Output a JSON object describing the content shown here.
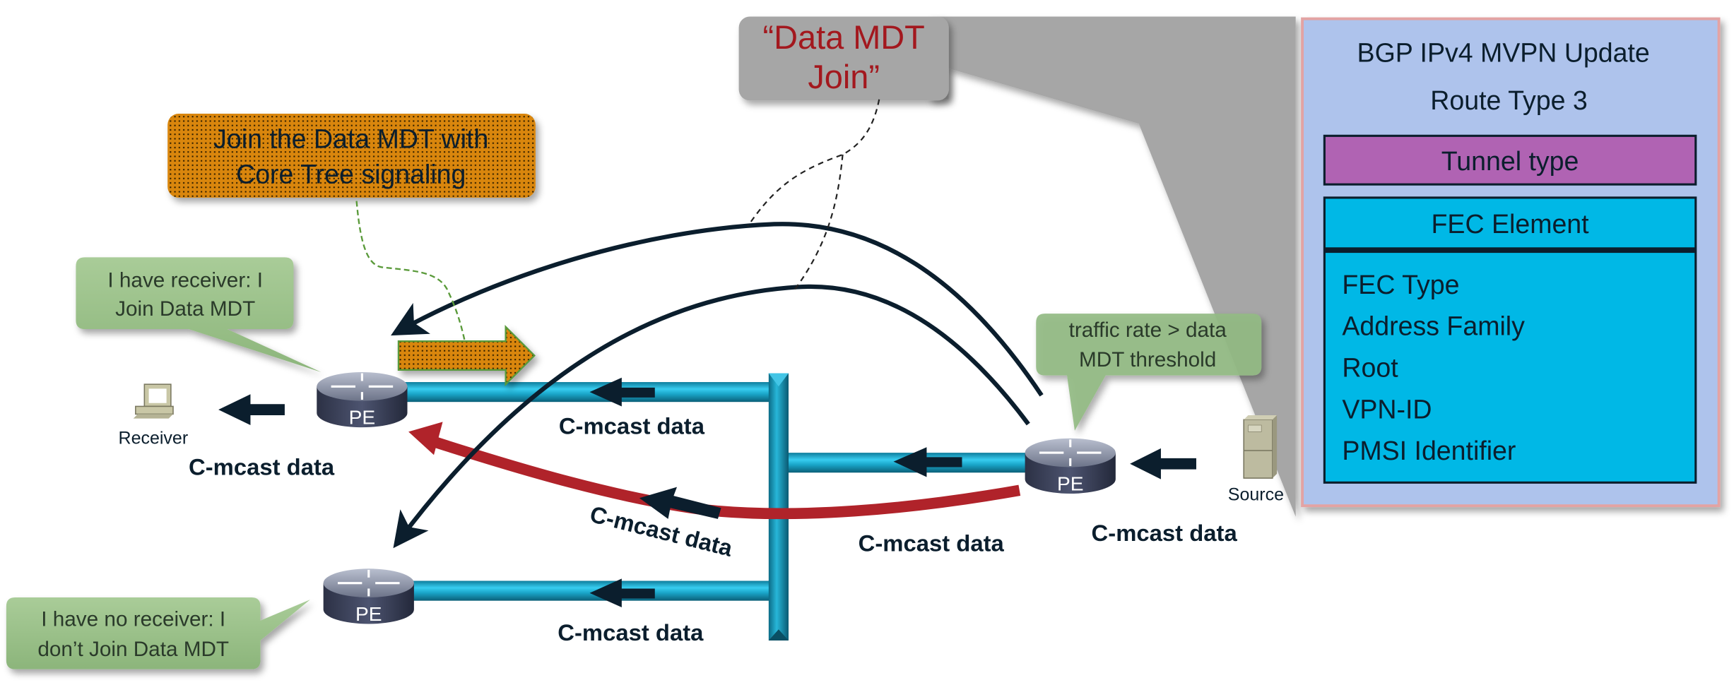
{
  "diagram": {
    "type": "network-diagram",
    "topic": "MVPN Data MDT Join signaling"
  },
  "colors": {
    "pipe": "#1da2c6",
    "pipe_dark": "#0d6f8c",
    "red_arc": "#b0232a",
    "arrow_dark": "#0b1e2d",
    "orange": "#d9860b",
    "callout_green": "#93bb83",
    "gray_callout": "#a6a6a6",
    "data_mdt_text": "#a3181e",
    "panel_bg": "#aec3ec",
    "panel_border": "#e3a3a3",
    "tunnel_type_bg": "#b063b3",
    "fec_bg": "#00b8e6"
  },
  "callouts": {
    "data_mdt_join": {
      "line1": "“Data MDT",
      "line2": "Join”"
    },
    "core_tree": {
      "line1": "Join the Data MDT with",
      "line2": "Core Tree signaling"
    },
    "have_receiver": {
      "line1": "I have receiver: I",
      "line2": "Join Data MDT"
    },
    "no_receiver": {
      "line1": "I have no receiver: I",
      "line2": "don’t Join Data MDT"
    },
    "threshold": {
      "line1": "traffic rate > data",
      "line2": "MDT threshold"
    }
  },
  "nodes": {
    "pe_receiver": {
      "label": "PE"
    },
    "pe_source": {
      "label": "PE"
    },
    "pe_no_receiver": {
      "label": "PE"
    },
    "receiver": {
      "label": "Receiver",
      "icon": "pc-icon"
    },
    "source": {
      "label": "Source",
      "icon": "server-icon"
    }
  },
  "flow_labels": {
    "receiver_side": "C-mcast data",
    "top_pipe": "C-mcast data",
    "red_arc": "C-mcast data",
    "middle_pipe": "C-mcast data",
    "source_side": "C-mcast data",
    "bottom_pipe": "C-mcast data"
  },
  "bgp_panel": {
    "title_line1": "BGP IPv4 MVPN Update",
    "title_line2": "Route Type 3",
    "tunnel_type": "Tunnel type",
    "fec_header": "FEC Element",
    "fec_items": [
      "FEC Type",
      "Address Family",
      "Root",
      "VPN-ID",
      "PMSI Identifier"
    ]
  }
}
